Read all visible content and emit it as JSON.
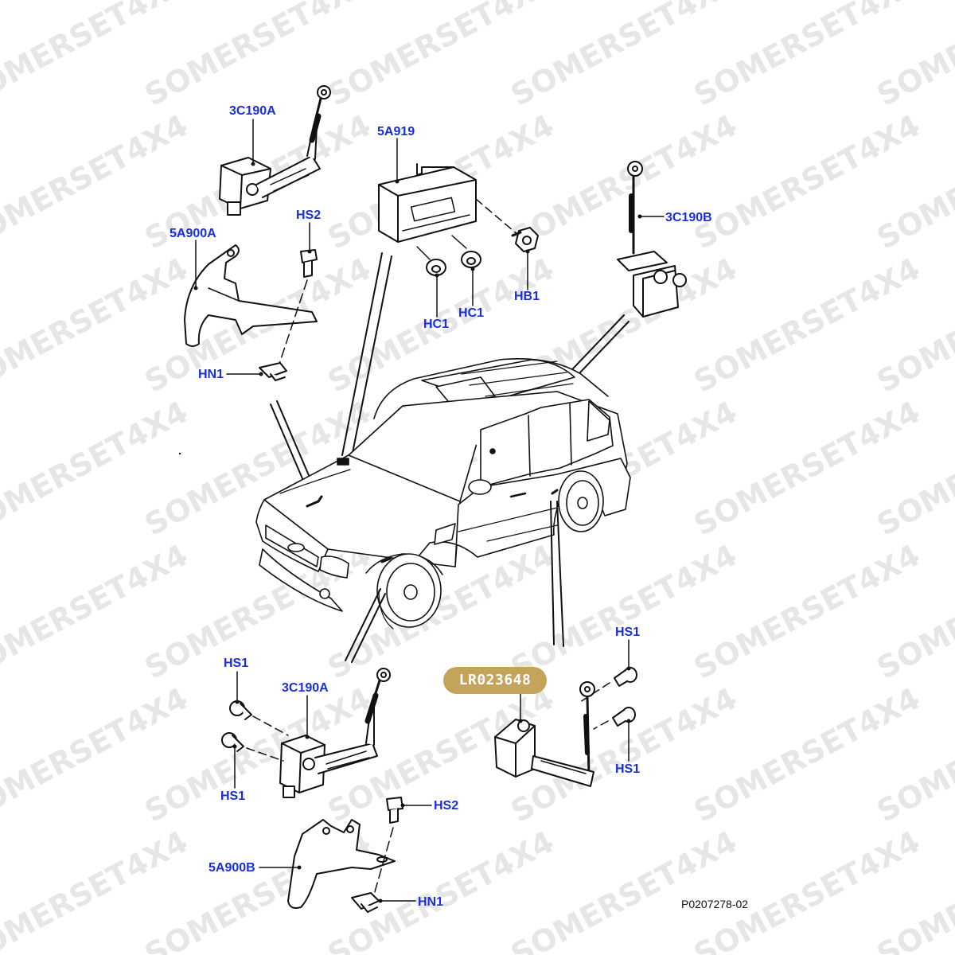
{
  "watermark": {
    "text": "SOMERSET4X4",
    "color": "#e6e6e6"
  },
  "colors": {
    "callout": "#1a2fd6",
    "line": "#111111",
    "part_fill": "#ffffff",
    "badge": "#c4a35a"
  },
  "callouts": {
    "sensor_front_right": "3C190A",
    "ecu": "5A919",
    "sensor_rear_top": "3C190B",
    "bracket_front_top": "5A900A",
    "bolt_hs2_top": "HS2",
    "nut_hn1_top": "HN1",
    "grommet_hc1_left": "HC1",
    "grommet_hc1_right": "HC1",
    "bolt_hb1": "HB1",
    "bolt_hs1_bottom_left_top": "HS1",
    "sensor_front_left": "3C190A",
    "bolt_hs1_bottom_left_bottom": "HS1",
    "bolt_hs1_bottom_right_top": "HS1",
    "bolt_hs1_bottom_right_bottom": "HS1",
    "bolt_hs2_bottom": "HS2",
    "bracket_front_bottom": "5A900B",
    "nut_hn1_bottom": "HN1"
  },
  "part_badge": "LR023648",
  "figure_ref": "P0207278-02",
  "icons": [
    "height-sensor-icon",
    "ecu-module-icon",
    "bolt-icon",
    "grommet-icon",
    "bracket-icon",
    "nut-icon",
    "vehicle-icon"
  ]
}
